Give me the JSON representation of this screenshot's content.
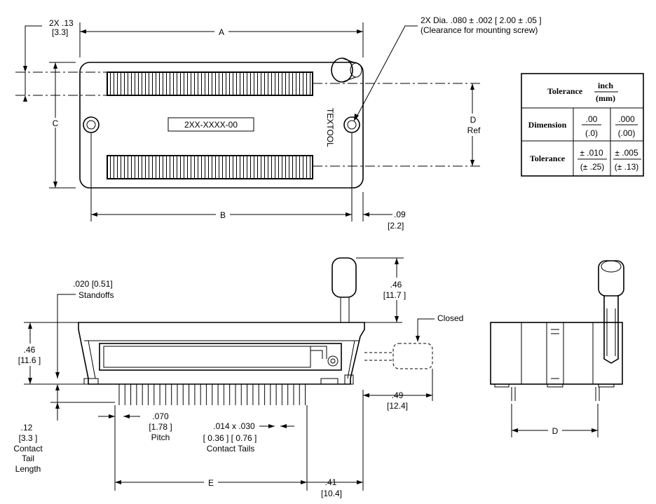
{
  "top_view": {
    "dim_a": "A",
    "dim_b": "B",
    "dim_c": "C",
    "dim_d": "D",
    "dim_d_ref": "Ref",
    "edge_offset_in": "2X .13",
    "edge_offset_mm": "[3.3]",
    "right_offset_in": ".09",
    "right_offset_mm": "[2.2]",
    "hole_note_line1": "2X Dia. .080 ± .002 [ 2.00 ± .05 ]",
    "hole_note_line2": "(Clearance for mounting screw)",
    "part_number": "2XX-XXXX-00",
    "brand": "TEXTOOL"
  },
  "front_view": {
    "standoff_note_line1": ".020 [0.51]",
    "standoff_note_line2": "Standoffs",
    "height_in": ".46",
    "height_mm": "[11.6 ]",
    "handle_in": ".46",
    "handle_mm": "[11.7 ]",
    "closed_label": "Closed",
    "closed_offset_in": ".49",
    "closed_offset_mm": "[12.4]",
    "tail_len_in": ".12",
    "tail_len_mm": "[3.3 ]",
    "tail_len_label1": "Contact",
    "tail_len_label2": "Tail",
    "tail_len_label3": "Length",
    "pitch_in": ".070",
    "pitch_mm": "[1.78 ]",
    "pitch_label": "Pitch",
    "tail_size_in": ".014 x .030",
    "tail_size_mm": "[ 0.36 ]  [ 0.76 ]",
    "tail_size_label": "Contact Tails",
    "dim_e": "E",
    "right_in": ".41",
    "right_mm": "[10.4]"
  },
  "side_view": {
    "dim_d": "D"
  },
  "tolerance_table": {
    "header_label": "Tolerance",
    "unit_top": "inch",
    "unit_bottom": "(mm)",
    "row1_label": "Dimension",
    "row1_c1_top": ".00",
    "row1_c1_bottom": "(.0)",
    "row1_c2_top": ".000",
    "row1_c2_bottom": "(.00)",
    "row2_label": "Tolerance",
    "row2_c1_top": "± .010",
    "row2_c1_bottom": "(± .25)",
    "row2_c2_top": "± .005",
    "row2_c2_bottom": "(± .13)"
  }
}
